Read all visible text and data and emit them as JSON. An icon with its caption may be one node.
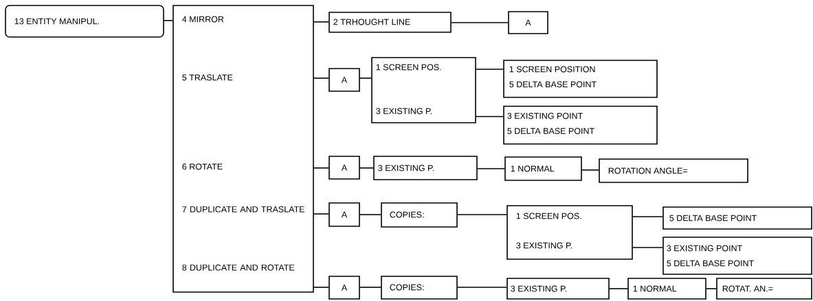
{
  "diagram": {
    "nodes": [
      {
        "text": [
          "13 ENTITY MANIPUL."
        ]
      },
      {
        "text": [
          "4 MIRROR",
          "5 TRASLATE",
          "6 ROTATE",
          "7 DUPLICATE AND TRASLATE",
          "8 DUPLICATE AND ROTATE"
        ]
      },
      {
        "text": [
          "2 TRHOUGHT LINE"
        ]
      },
      {
        "text": [
          "A"
        ]
      },
      {
        "text": [
          "A"
        ]
      },
      {
        "text": [
          "1 SCREEN POS.",
          "3 EXISTING P."
        ]
      },
      {
        "text": [
          "1 SCREEN POSITION",
          "5 DELTA BASE POINT"
        ]
      },
      {
        "text": [
          "3 EXISTING POINT",
          "5 DELTA BASE POINT"
        ]
      },
      {
        "text": [
          "A"
        ]
      },
      {
        "text": [
          "3 EXISTING P."
        ]
      },
      {
        "text": [
          "1 NORMAL"
        ]
      },
      {
        "text": [
          "ROTATION ANGLE="
        ]
      },
      {
        "text": [
          "A"
        ]
      },
      {
        "text": [
          "COPIES:"
        ]
      },
      {
        "text": [
          "1 SCREEN POS.",
          "3 EXISTING P."
        ]
      },
      {
        "text": [
          "5 DELTA BASE POINT"
        ]
      },
      {
        "text": [
          "3 EXISTING POINT",
          "5 DELTA BASE POINT"
        ]
      },
      {
        "text": [
          "A"
        ]
      },
      {
        "text": [
          "COPIES:"
        ]
      },
      {
        "text": [
          "3 EXISTING P."
        ]
      },
      {
        "text": [
          "1 NORMAL"
        ]
      },
      {
        "text": [
          "ROTAT. AN.="
        ]
      }
    ],
    "edges": [
      {
        "from": 0,
        "to": 1,
        "arrow": "none"
      },
      {
        "from": 1,
        "to": 2,
        "arrow": "none"
      },
      {
        "from": 2,
        "to": 3,
        "arrow": "none"
      },
      {
        "from": 1,
        "to": 4,
        "arrow": "none"
      },
      {
        "from": 4,
        "to": 5,
        "arrow": "none"
      },
      {
        "from": 5,
        "to": 6,
        "arrow": "none"
      },
      {
        "from": 5,
        "to": 7,
        "arrow": "none"
      },
      {
        "from": 1,
        "to": 8,
        "arrow": "none"
      },
      {
        "from": 8,
        "to": 9,
        "arrow": "none"
      },
      {
        "from": 9,
        "to": 10,
        "arrow": "none"
      },
      {
        "from": 10,
        "to": 11,
        "arrow": "none"
      },
      {
        "from": 1,
        "to": 12,
        "arrow": "none"
      },
      {
        "from": 12,
        "to": 13,
        "arrow": "none"
      },
      {
        "from": 13,
        "to": 14,
        "arrow": "none"
      },
      {
        "from": 14,
        "to": 15,
        "arrow": "none"
      },
      {
        "from": 14,
        "to": 16,
        "arrow": "none"
      },
      {
        "from": 1,
        "to": 17,
        "arrow": "none"
      },
      {
        "from": 17,
        "to": 18,
        "arrow": "none"
      },
      {
        "from": 18,
        "to": 19,
        "arrow": "none"
      },
      {
        "from": 19,
        "to": 20,
        "arrow": "none"
      },
      {
        "from": 20,
        "to": 21,
        "arrow": "none"
      }
    ]
  }
}
